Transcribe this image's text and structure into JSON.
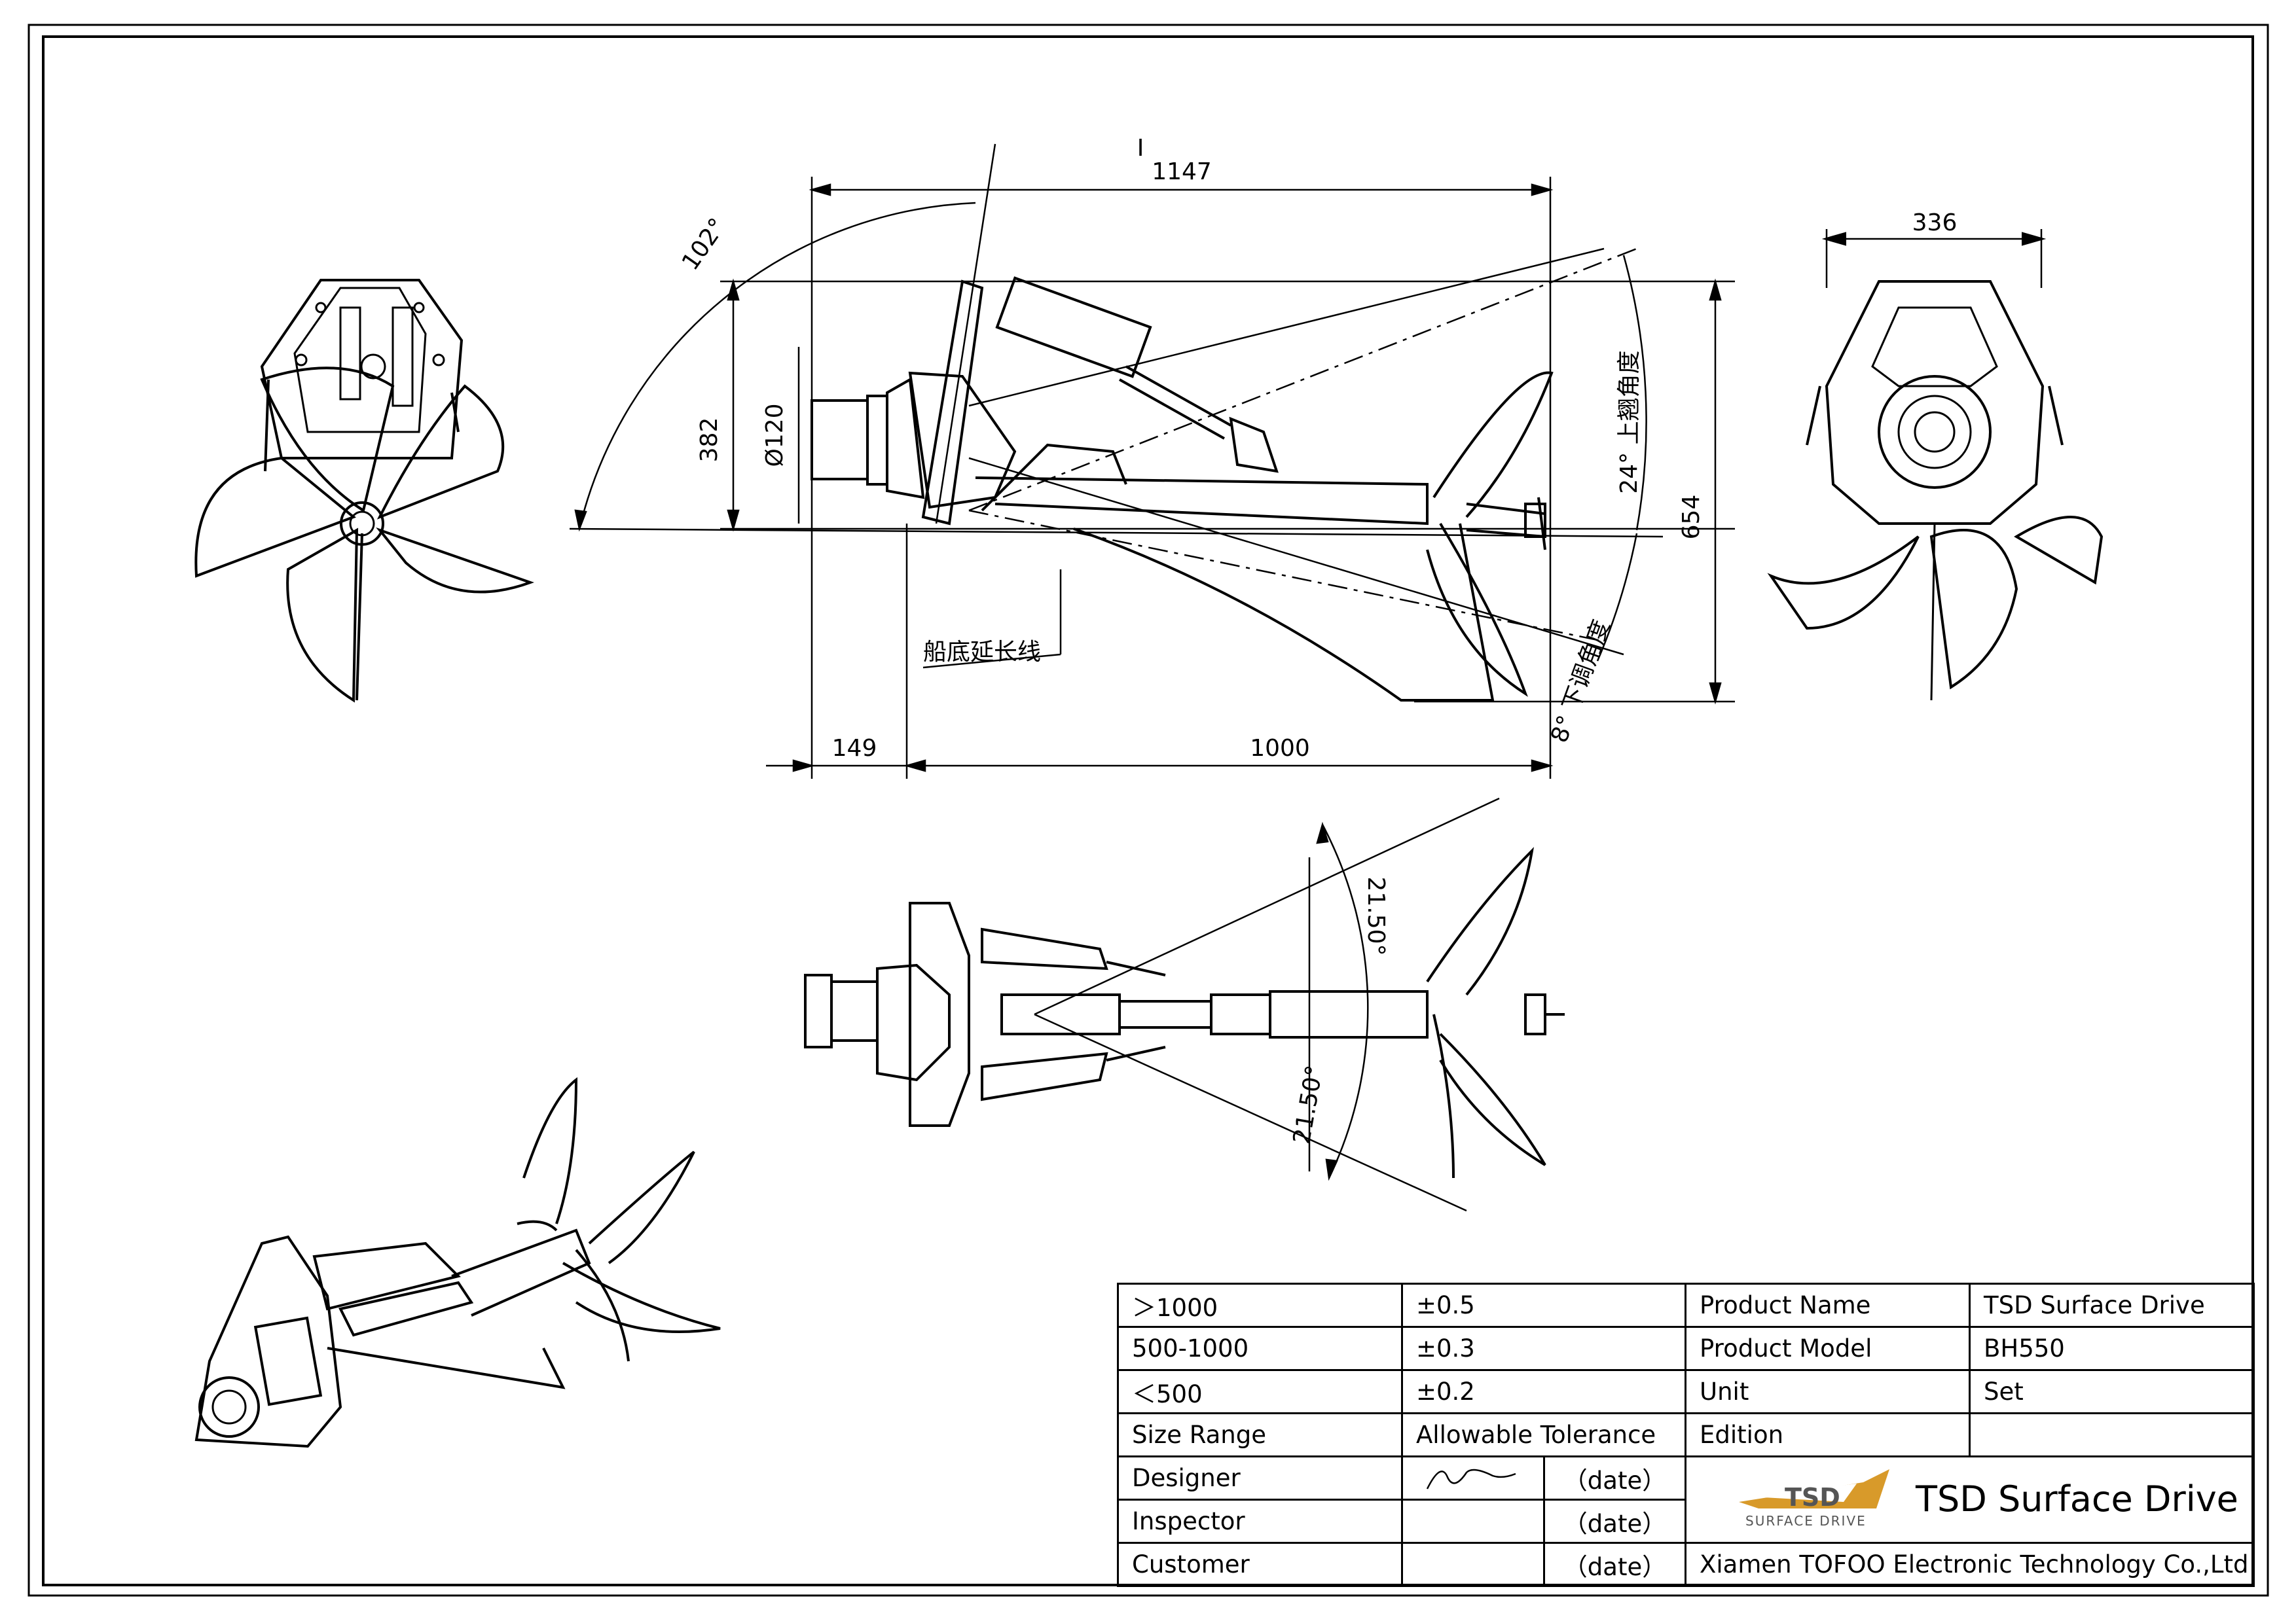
{
  "dimensions": {
    "top_length": "1147",
    "right_width": "336",
    "angle_total": "102°",
    "height_left": "382",
    "diameter": "Ø120",
    "height_right": "654",
    "trim_up": "24° 上翘角度",
    "trim_down": "8° 下调角度",
    "offset": "149",
    "base_length": "1000",
    "hull_line": "船底延长线",
    "steer_up": "21.50°",
    "steer_down": "21.50°",
    "datum_mark": "I"
  },
  "title_block": {
    "rows": [
      [
        "＞1000",
        "±0.5",
        "Product Name",
        "TSD Surface Drive"
      ],
      [
        "500-1000",
        "±0.3",
        "Product Model",
        "BH550"
      ],
      [
        "＜500",
        "±0.2",
        "Unit",
        "Set"
      ],
      [
        "Size Range",
        "Allowable Tolerance",
        "Edition",
        ""
      ]
    ],
    "designer_label": "Designer",
    "inspector_label": "Inspector",
    "customer_label": "Customer",
    "date_label": "（date）",
    "logo_text": "TSD",
    "logo_sub": "SURFACE DRIVE",
    "brand_name": "TSD Surface Drive",
    "company": "Xiamen TOFOO Electronic Technology Co.,Ltd"
  },
  "colors": {
    "line": "#000000",
    "logo_gold": "#d89a2a",
    "logo_dark": "#555555",
    "paper": "#ffffff"
  }
}
